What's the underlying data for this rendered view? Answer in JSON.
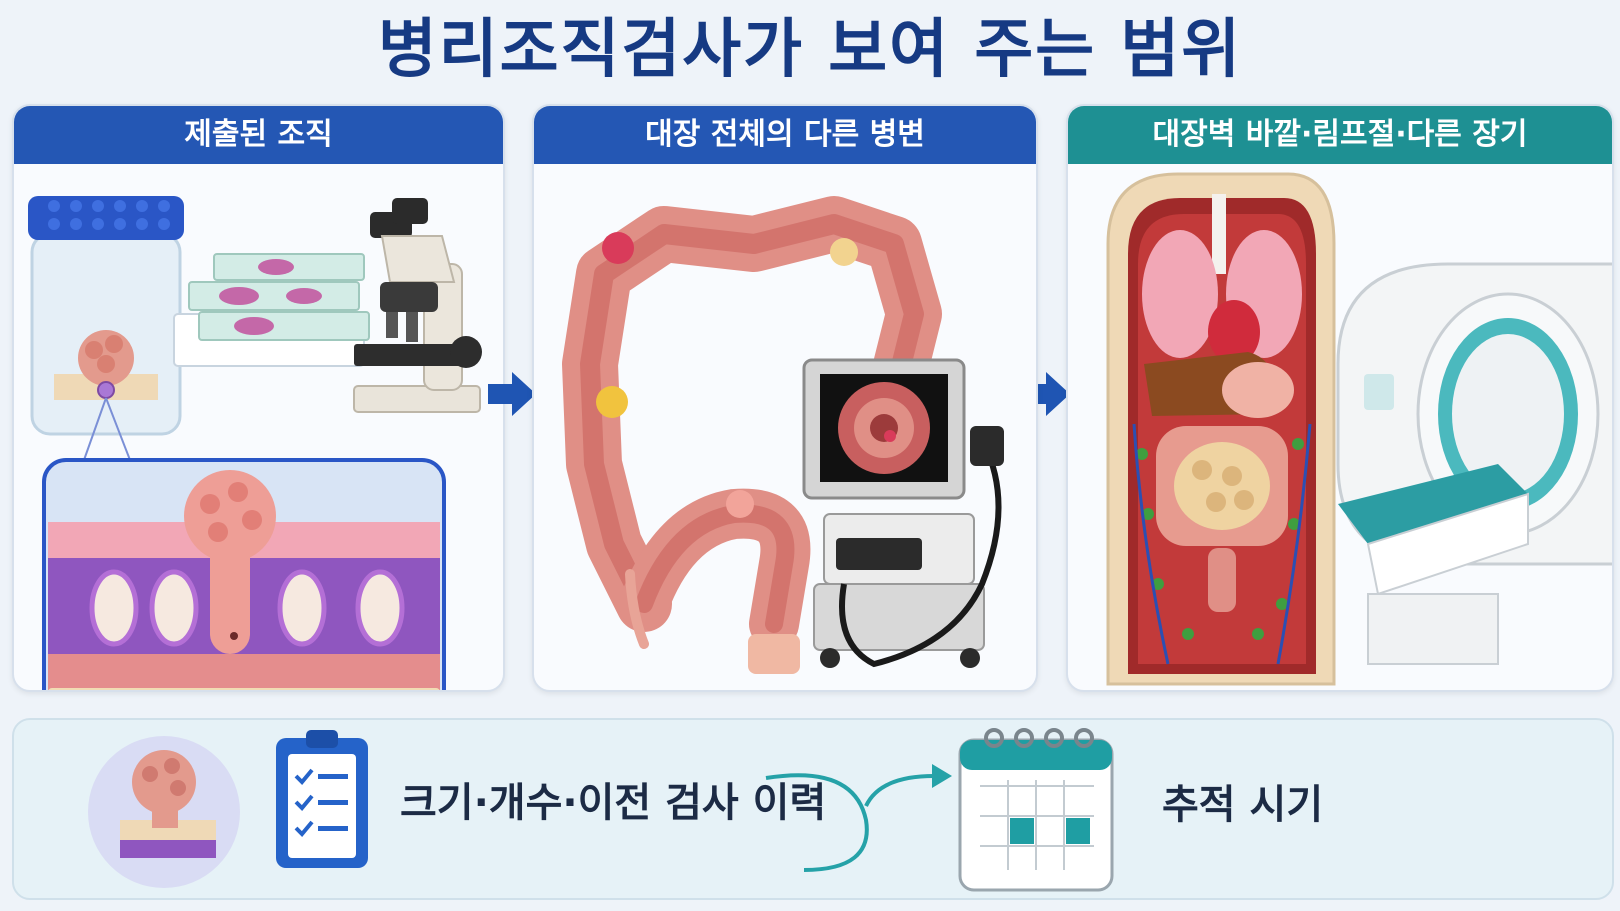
{
  "title": "병리조직검사가 보여 주는 범위",
  "colors": {
    "title": "#163a83",
    "header_blue": "#2457b4",
    "header_teal": "#1e9093",
    "arrow_blue": "#1f55b3",
    "tissue_pink": "#e08f86",
    "purple": "#7e4aa3",
    "teal_accent": "#25a2a8"
  },
  "panels": [
    {
      "header": "제출된 조직",
      "icons": [
        "specimen-jar-icon",
        "glass-slides-icon",
        "microscope-icon",
        "tissue-magnified-icon"
      ]
    },
    {
      "header": "대장 전체의 다른 병변",
      "icons": [
        "colon-icon",
        "endoscopy-monitor-icon"
      ]
    },
    {
      "header": "대장벽 바깥·림프절·다른 장기",
      "icons": [
        "torso-organs-icon",
        "ct-scanner-icon"
      ]
    }
  ],
  "bottom": {
    "left_label": "크기·개수·이전 검사 이력",
    "right_label": "추적 시기",
    "icons": [
      "polyp-icon",
      "checklist-clipboard-icon",
      "curved-arrow-icon",
      "calendar-icon"
    ]
  }
}
